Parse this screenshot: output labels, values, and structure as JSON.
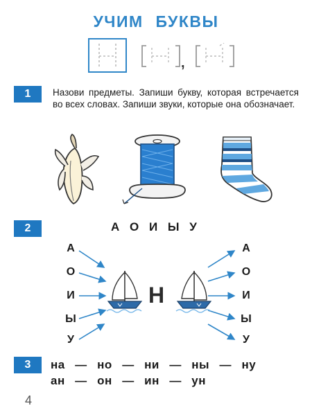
{
  "header": {
    "title": "УЧИМ БУКВЫ",
    "sound_sep": ","
  },
  "task1": {
    "number": "1",
    "text": "Назови предметы. Запиши букву, которая встречается во всех словах. Запиши звуки, которые она обозначает."
  },
  "task2": {
    "number": "2",
    "vowels": "А О И Ы У",
    "left_letters": [
      "А",
      "О",
      "И",
      "Ы",
      "У"
    ],
    "right_letters": [
      "А",
      "О",
      "И",
      "Ы",
      "У"
    ],
    "center_letter": "Н"
  },
  "task3": {
    "number": "3",
    "row1": "на  —  но  —  ни  —  ны  —  ну",
    "row2": "ан  —  он  —  ин  —  ун"
  },
  "page_number": "4",
  "colors": {
    "accent": "#1f78c1",
    "title": "#2f86c8",
    "arrow": "#2f86c8",
    "boat": "#2d6aa8"
  }
}
